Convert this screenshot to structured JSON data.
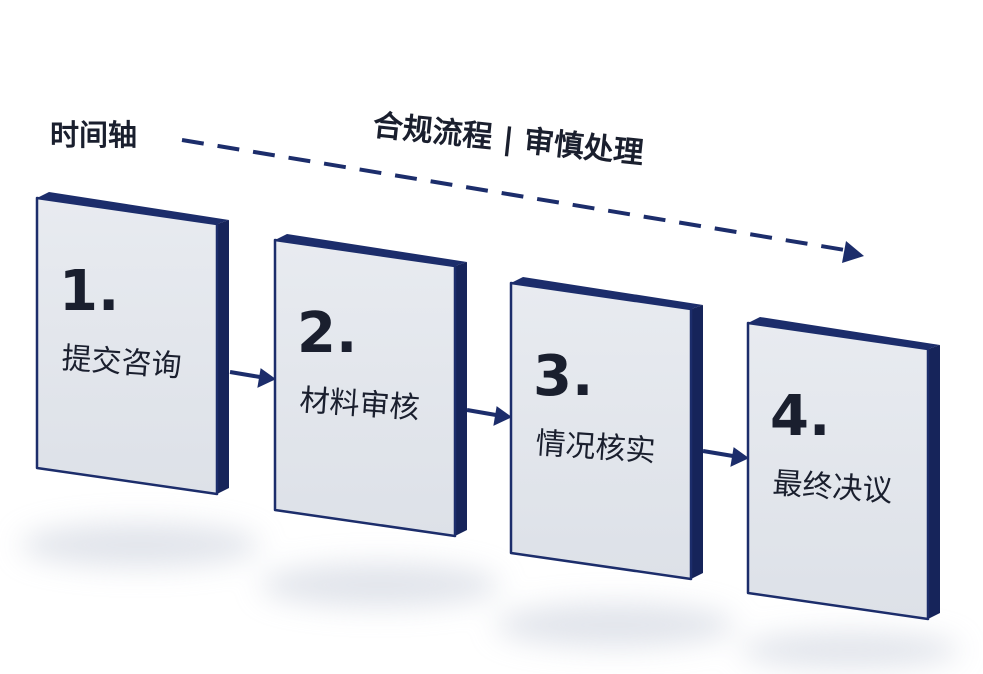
{
  "header": {
    "timeline_label": "时间轴",
    "process_label": "合规流程 | 审慎处理"
  },
  "steps": [
    {
      "number": "1.",
      "label": "提交咨询"
    },
    {
      "number": "2.",
      "label": "材料审核"
    },
    {
      "number": "3.",
      "label": "情况核实"
    },
    {
      "number": "4.",
      "label": "最终决议"
    }
  ],
  "colors": {
    "accent": "#1c2d6b",
    "card_face": "#e3e6ec",
    "text": "#1a1f2e"
  }
}
